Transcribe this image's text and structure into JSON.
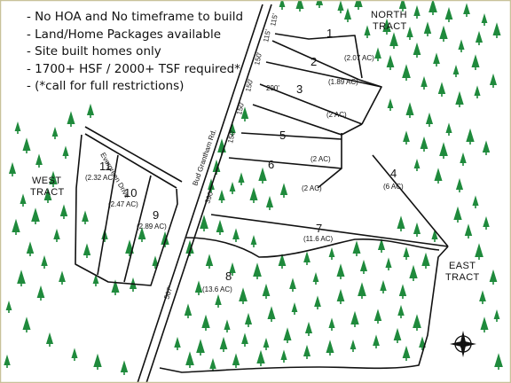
{
  "notes": [
    "- No HOA and No timeframe to build",
    "- Land/Home Packages available",
    "- Site built homes only",
    "- 1700+ HSF / 2000+ TSF required*",
    "- (*call for full restrictions)"
  ],
  "tracts": {
    "north": [
      "NORTH",
      "TRACT"
    ],
    "west": [
      "WEST",
      "TRACT"
    ],
    "east": [
      "EAST",
      "TRACT"
    ]
  },
  "roads": {
    "evergreen": "Evergreen Drive",
    "bud_grantham": "Bud Grantham Rd."
  },
  "lots": [
    {
      "number": "1",
      "acres": ""
    },
    {
      "number": "2",
      "acres": "(2.07 AC)"
    },
    {
      "number": "3",
      "acres": "(1.89 AC)"
    },
    {
      "number": "",
      "acres": "(2 AC)"
    },
    {
      "number": "5",
      "acres": ""
    },
    {
      "number": "6",
      "acres": "(2 AC)"
    },
    {
      "number": "",
      "acres": "(2 AC)"
    },
    {
      "number": "4",
      "acres": "(6 AC)"
    },
    {
      "number": "7",
      "acres": "(11.6 AC)"
    },
    {
      "number": "8",
      "acres": "(13.6 AC)"
    },
    {
      "number": "9",
      "acres": "(2.89 AC)"
    },
    {
      "number": "10",
      "acres": "(2.47 AC)"
    },
    {
      "number": "11",
      "acres": "(2.32 AC)"
    }
  ],
  "dimensions": [
    "115'",
    "115'",
    "150'",
    "290'",
    "150'",
    "150'",
    "150'",
    "390'",
    "567'"
  ],
  "compass": "N",
  "colors": {
    "tree": "#1f8a3c",
    "line": "#111111",
    "frame": "#c8c29a"
  }
}
